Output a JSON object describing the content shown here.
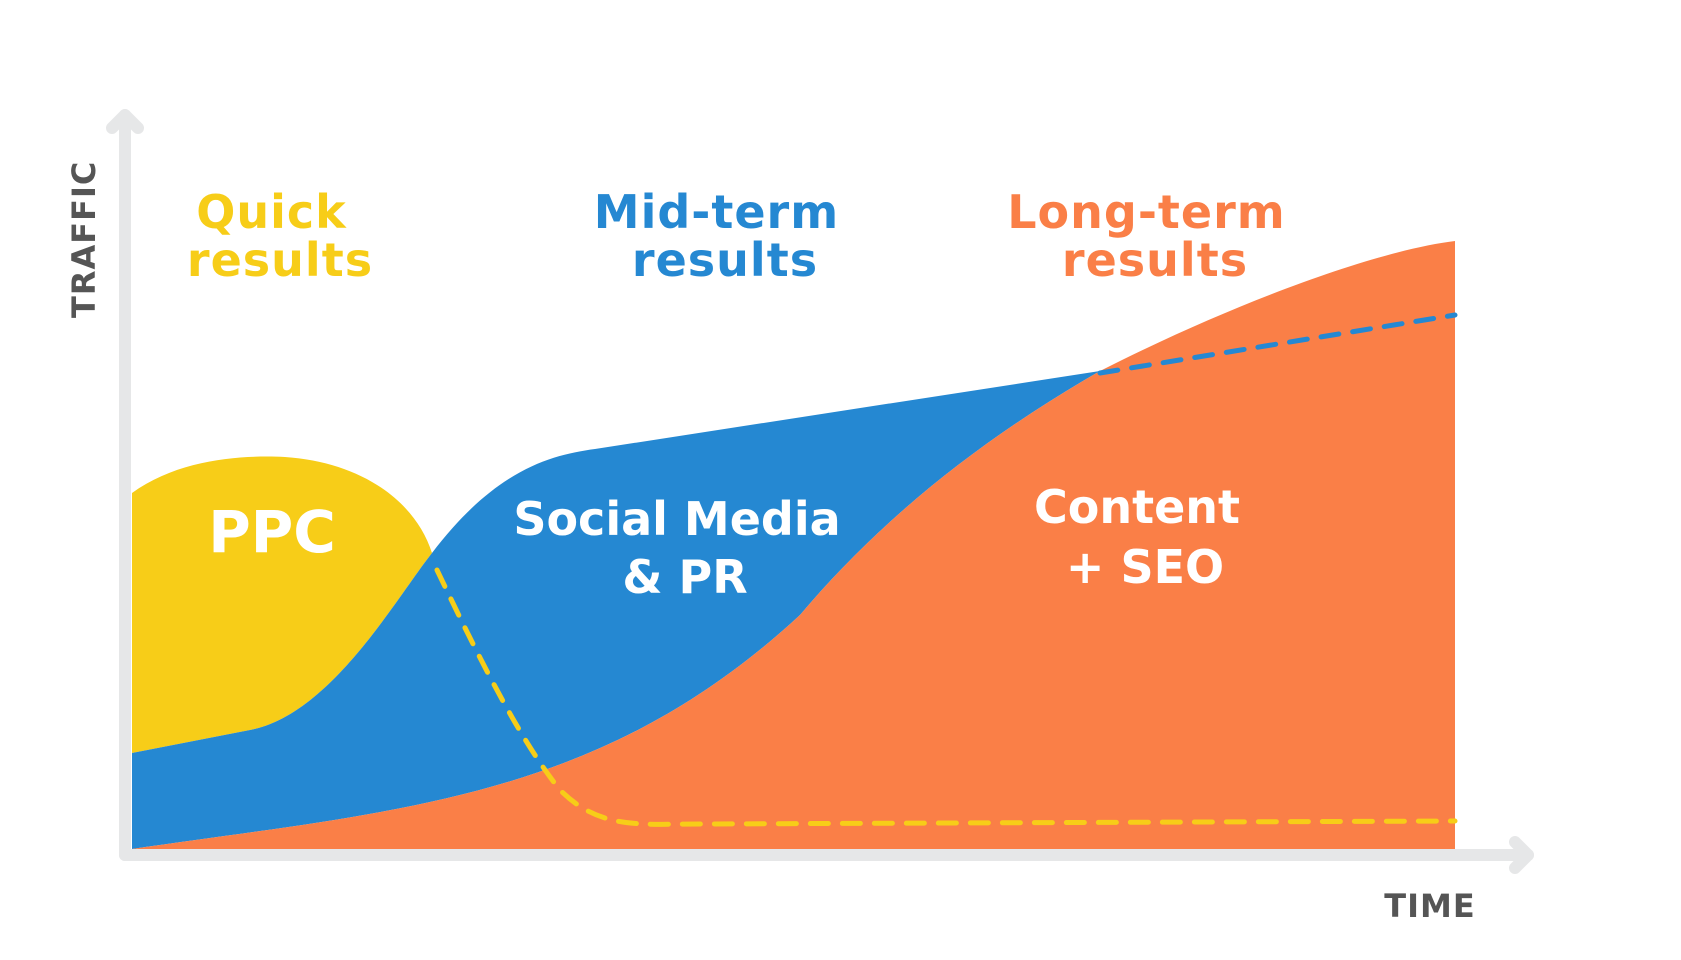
{
  "chart_data": {
    "type": "area",
    "xlabel": "TIME",
    "ylabel": "TRAFFIC",
    "headings": [
      {
        "lines": [
          "Quick",
          "results"
        ],
        "color": "#F7CD18"
      },
      {
        "lines": [
          "Mid-term",
          "results"
        ],
        "color": "#2588D2"
      },
      {
        "lines": [
          "Long-term",
          "results"
        ],
        "color": "#FA7F47"
      }
    ],
    "series": [
      {
        "name": "PPC",
        "label_lines": [
          "PPC"
        ],
        "color": "#F7CD18"
      },
      {
        "name": "Social Media & PR",
        "label_lines": [
          "Social Media",
          "& PR"
        ],
        "color": "#2588D2"
      },
      {
        "name": "Content + SEO",
        "label_lines": [
          "Content",
          "+ SEO"
        ],
        "color": "#FA7F47"
      }
    ],
    "axis_color": "#E6E7E8",
    "grid": false,
    "legend": "none"
  }
}
